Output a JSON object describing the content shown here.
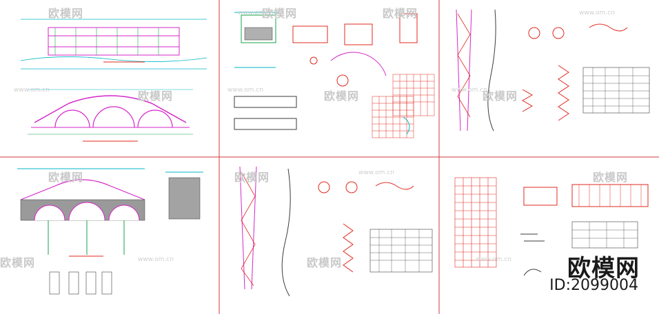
{
  "brand": {
    "name": "欧模网",
    "id_label": "ID:2099004"
  },
  "watermark": {
    "name": "欧模网",
    "url": "www.om.cn"
  },
  "colors": {
    "frame": "#d23b3b",
    "cyan": "#00b7c7",
    "magenta": "#d426c8",
    "green": "#16a34a",
    "red": "#e0281f",
    "dark": "#3b3b3b"
  }
}
